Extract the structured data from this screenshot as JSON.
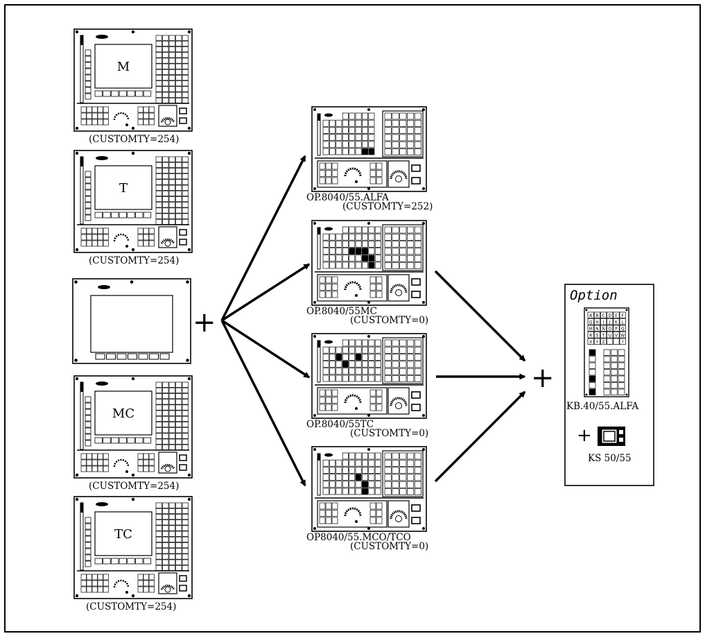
{
  "base_units": [
    {
      "letter": "M",
      "caption": "(CUSTOMTY=254)"
    },
    {
      "letter": "T",
      "caption": "(CUSTOMTY=254)"
    },
    {
      "letter": "MC",
      "caption": "(CUSTOMTY=254)"
    },
    {
      "letter": "TC",
      "caption": "(CUSTOMTY=254)"
    }
  ],
  "operator_panels": [
    {
      "name": "OP.8040/55.ALFA",
      "caption": "(CUSTOMTY=252)"
    },
    {
      "name": "OP.8040/55MC",
      "caption": "(CUSTOMTY=0)"
    },
    {
      "name": "OP.8040/55TC",
      "caption": "(CUSTOMTY=0)"
    },
    {
      "name": "OP8040/55.MCO/TCO",
      "caption": "(CUSTOMTY=0)"
    }
  ],
  "plus_sign": "+",
  "option": {
    "title": "Option",
    "keyboard_name": "KB.40/55.ALFA",
    "keyboard_keys": [
      "A",
      "B",
      "C",
      "D",
      "E",
      "F",
      "G",
      "H",
      "I",
      "J",
      "K",
      "L",
      "M",
      "N",
      "Ñ",
      "O",
      "P",
      "Q",
      "R",
      "S",
      "T",
      "U",
      "V",
      "W",
      "X",
      "Y",
      "Z",
      "_",
      "",
      "?"
    ],
    "switch_name": "KS 50/55"
  }
}
